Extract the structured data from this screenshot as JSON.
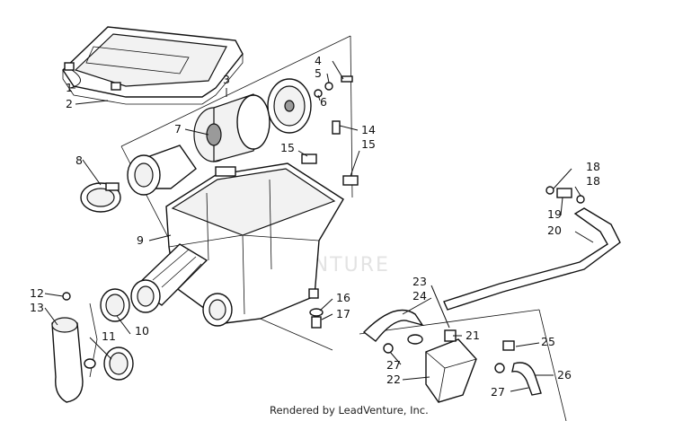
{
  "footer": {
    "text": "Rendered by LeadVenture, Inc."
  },
  "watermark": {
    "text": "LEADVENTURE"
  },
  "callouts": [
    {
      "num": "1"
    },
    {
      "num": "2"
    },
    {
      "num": "3"
    },
    {
      "num": "4"
    },
    {
      "num": "5"
    },
    {
      "num": "6"
    },
    {
      "num": "7"
    },
    {
      "num": "8"
    },
    {
      "num": "9"
    },
    {
      "num": "10"
    },
    {
      "num": "11"
    },
    {
      "num": "12"
    },
    {
      "num": "13"
    },
    {
      "num": "14"
    },
    {
      "num": "15"
    },
    {
      "num": "15"
    },
    {
      "num": "16"
    },
    {
      "num": "17"
    },
    {
      "num": "18"
    },
    {
      "num": "18"
    },
    {
      "num": "19"
    },
    {
      "num": "20"
    },
    {
      "num": "21"
    },
    {
      "num": "22"
    },
    {
      "num": "23"
    },
    {
      "num": "24"
    },
    {
      "num": "25"
    },
    {
      "num": "26"
    },
    {
      "num": "27"
    },
    {
      "num": "27"
    }
  ]
}
